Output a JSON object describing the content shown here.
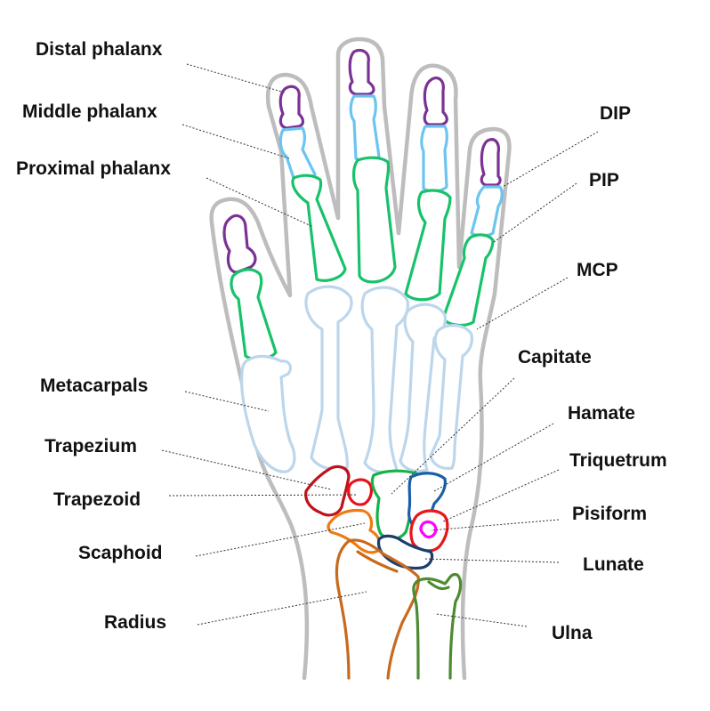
{
  "colors": {
    "outline": "#bdbdbd",
    "distal": "#7b3294",
    "middle": "#6cc4f0",
    "proximal": "#17c26a",
    "metacarpal": "#bcd6ec",
    "capitate": "#17b34a",
    "hamate": "#1a5fa8",
    "triquetrum": "#e8171d",
    "pisiform": "#ff00ff",
    "lunate": "#1a3f6e",
    "scaphoid": "#f07a10",
    "trapezium": "#c0121a",
    "trapezoid": "#e8101a",
    "radius": "#c86a1e",
    "ulna": "#4e8a30"
  },
  "labels": {
    "distal_phalanx": "Distal phalanx",
    "middle_phalanx": "Middle phalanx",
    "proximal_phalanx": "Proximal phalanx",
    "metacarpals": "Metacarpals",
    "trapezium": "Trapezium",
    "trapezoid": "Trapezoid",
    "scaphoid": "Scaphoid",
    "radius": "Radius",
    "dip": "DIP",
    "pip": "PIP",
    "mcp": "MCP",
    "capitate": "Capitate",
    "hamate": "Hamate",
    "triquetrum": "Triquetrum",
    "pisiform": "Pisiform",
    "lunate": "Lunate",
    "ulna": "Ulna"
  }
}
